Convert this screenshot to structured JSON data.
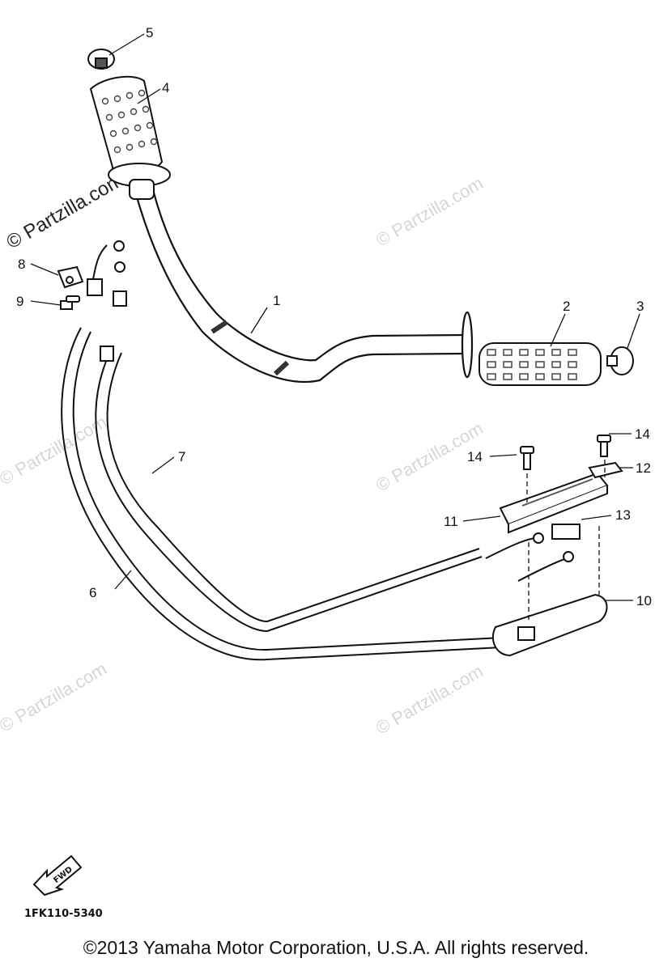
{
  "diagram": {
    "callouts": [
      "1",
      "2",
      "3",
      "4",
      "5",
      "6",
      "7",
      "8",
      "9",
      "10",
      "11",
      "12",
      "13",
      "14",
      "14"
    ],
    "part_code": "1FK110-5340",
    "direction_arrow_label": "FWD"
  },
  "watermarks": [
    "© Partzilla.com",
    "© Partzilla.com",
    "© Partzilla.com",
    "© Partzilla.com",
    "© Partzilla.com",
    "© Partzilla.com"
  ],
  "footer": {
    "copyright": "©2013  Yamaha Motor Corporation, U.S.A. All rights reserved."
  }
}
